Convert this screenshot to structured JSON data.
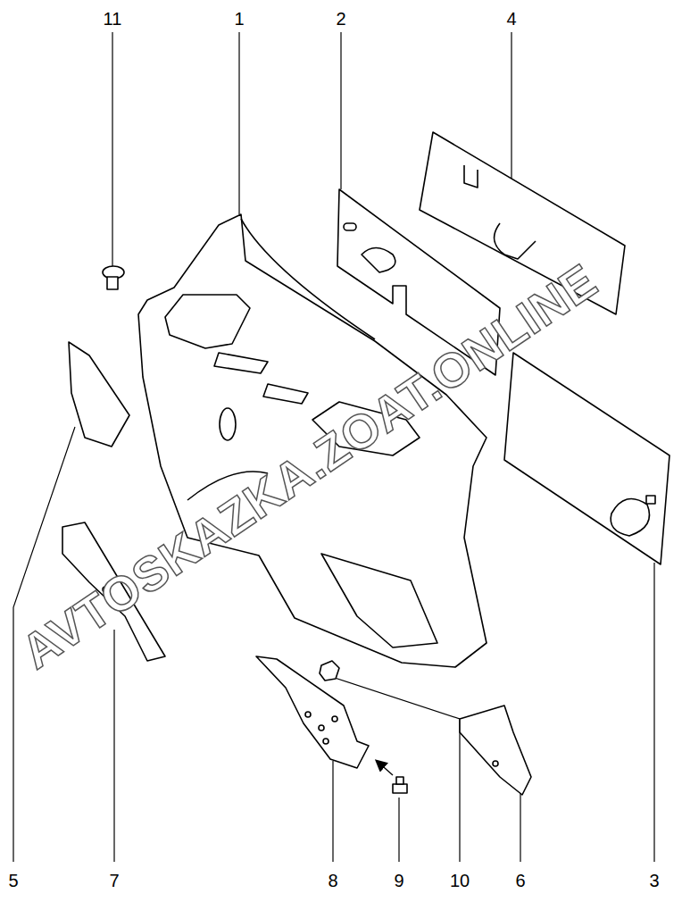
{
  "diagram": {
    "labels": [
      "11",
      "1",
      "2",
      "4",
      "5",
      "7",
      "8",
      "9",
      "10",
      "6",
      "3",
      "AVTOSKAZKA.ZOAT.ONLINE"
    ]
  }
}
